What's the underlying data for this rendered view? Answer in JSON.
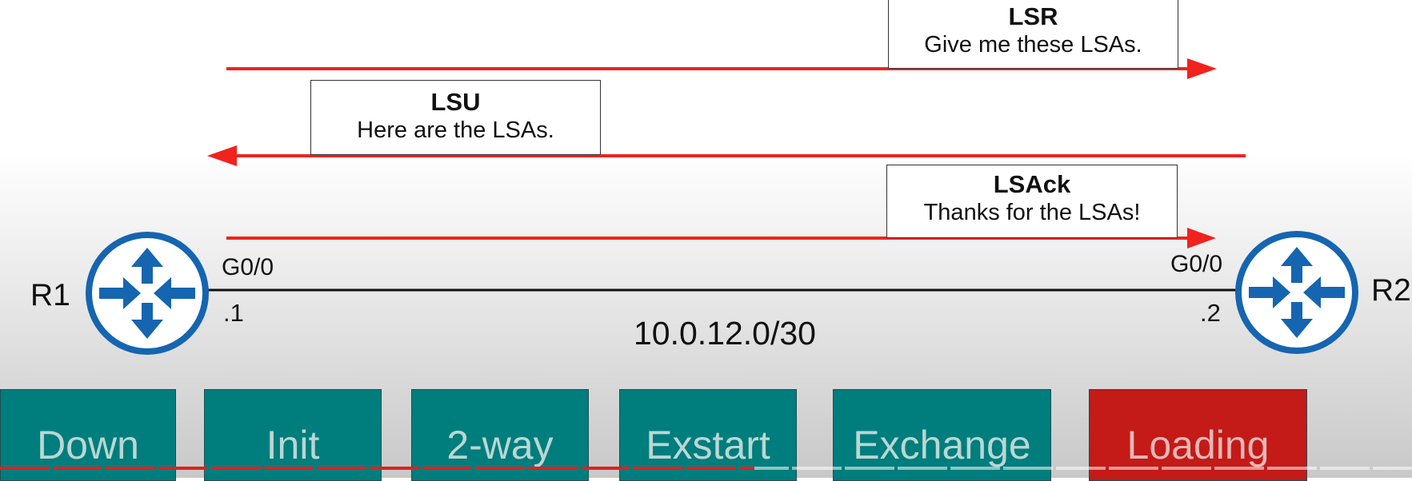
{
  "messages": {
    "lsr": {
      "title": "LSR",
      "text": "Give me these LSAs."
    },
    "lsu": {
      "title": "LSU",
      "text": "Here are the LSAs."
    },
    "lsack": {
      "title": "LSAck",
      "text": "Thanks for the LSAs!"
    }
  },
  "routers": {
    "r1": {
      "name": "R1",
      "interface": "G0/0",
      "host": ".1"
    },
    "r2": {
      "name": "R2",
      "interface": "G0/0",
      "host": ".2"
    }
  },
  "link": {
    "subnet": "10.0.12.0/30"
  },
  "states": [
    "Down",
    "Init",
    "2-way",
    "Exstart",
    "Exchange",
    "Loading"
  ],
  "colors": {
    "arrow": "#f0231e",
    "router": "#1565b0",
    "state_teal": "#007d7d",
    "state_active": "#c41a18"
  },
  "icons": {
    "router": "router-icon"
  }
}
